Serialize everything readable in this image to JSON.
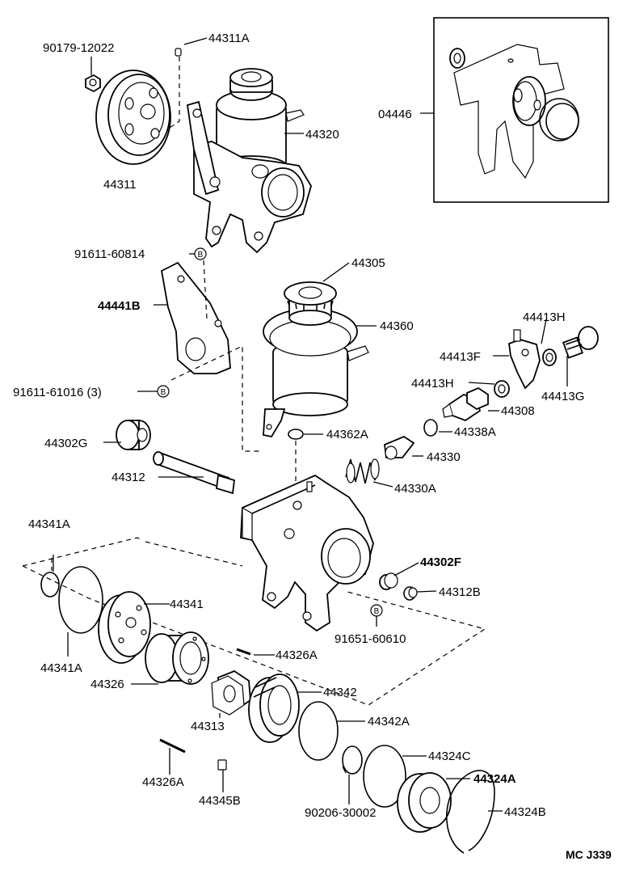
{
  "labels": {
    "p90179_12022": "90179-12022",
    "p44311a": "44311A",
    "p44320": "44320",
    "p44311": "44311",
    "p04446": "04446",
    "p91611_60814": "91611-60814",
    "p44441b": "44441B",
    "p91611_61016": "91611-61016 (3)",
    "p44305": "44305",
    "p44360": "44360",
    "p44413h_top": "44413H",
    "p44413f": "44413F",
    "p44413h_mid": "44413H",
    "p44413g": "44413G",
    "p44308": "44308",
    "p44338a": "44338A",
    "p44302g": "44302G",
    "p44362a": "44362A",
    "p44330": "44330",
    "p44312": "44312",
    "p44330a": "44330A",
    "p44341a_top": "44341A",
    "p44302f": "44302F",
    "p44312b": "44312B",
    "p44341": "44341",
    "p91651_60610": "91651-60610",
    "p44341a_bot": "44341A",
    "p44326a_top": "44326A",
    "p44326": "44326",
    "p44342": "44342",
    "p44313": "44313",
    "p44342a": "44342A",
    "p44324c": "44324C",
    "p44324a": "44324A",
    "p44326a_bot": "44326A",
    "p44345b": "44345B",
    "p44324b": "44324B",
    "p90206_30002": "90206-30002",
    "diagram_code": "MC J339"
  },
  "markers": {
    "b1": "B",
    "b2": "B",
    "b3": "B"
  }
}
